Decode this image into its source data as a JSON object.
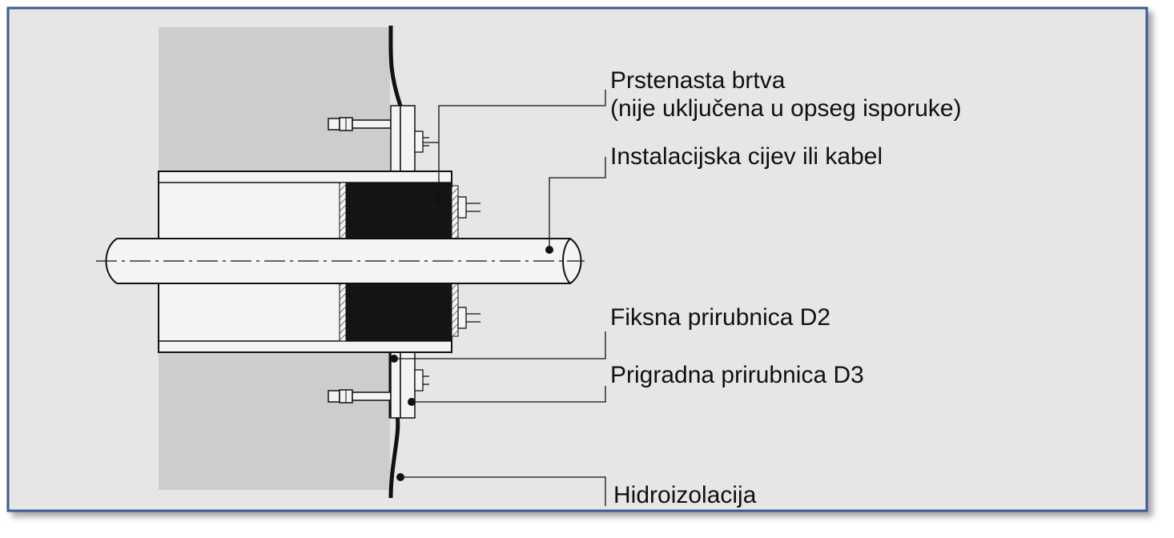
{
  "labels": {
    "ring_seal_line1": "Prstenasta brtva",
    "ring_seal_line2": "(nije uključena u opseg isporuke)",
    "pipe_or_cable": "Instalacijska cijev ili kabel",
    "fixed_flange": "Fiksna prirubnica D2",
    "built_in_flange": "Prigradna prirubnica D3",
    "waterproofing": "Hidroizolacija"
  },
  "colors": {
    "frame_border": "#3b5a93",
    "panel_background": "#e6e6e6",
    "wall": "#cdcdcd",
    "sleeve_fill": "#f4f4f4",
    "seal_fill": "#141414",
    "line": "#111111"
  }
}
